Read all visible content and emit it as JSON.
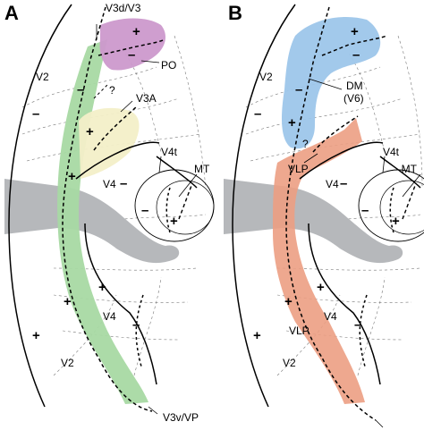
{
  "colors": {
    "green": "#a8d9a3",
    "purple": "#cc99cc",
    "yellow": "#f3efc8",
    "blue": "#9dc6ea",
    "salmon": "#ec9e83",
    "gray": "#b6b8bb"
  },
  "panelA": {
    "letter": "A",
    "labels": {
      "v3d": "V3d/V3",
      "po": "PO",
      "v3a": "V3A",
      "q": "?",
      "v2top": "V2",
      "v4t": "V4t",
      "mt": "MT",
      "v4top": "V4",
      "v4bot": "V4",
      "v2bot": "V2",
      "v3v": "V3v/VP"
    },
    "signs": {
      "poPlus": "+",
      "poMinus": "–",
      "s1": "–",
      "s2": "–",
      "s3": "+",
      "s4": "+",
      "s5": "–",
      "s6": "–",
      "s7": "+",
      "s8": "+",
      "s9": "+",
      "s10": "–",
      "s11": "+"
    }
  },
  "panelB": {
    "letter": "B",
    "labels": {
      "v2top": "V2",
      "dm": "DM",
      "v6": "(V6)",
      "q": "?",
      "vlpTop": "VLP",
      "v4t": "V4t",
      "mt": "MT",
      "v4top": "V4",
      "v4bot": "V4",
      "vlpBot": "VLP",
      "v2bot": "V2"
    },
    "signs": {
      "dmPlus": "+",
      "dmMinus": "–",
      "s1": "–",
      "s2": "–",
      "s3": "+",
      "s4": "–",
      "s5": "–",
      "s6": "+",
      "s7": "+",
      "s8": "+",
      "s9": "–",
      "s10": "+"
    }
  }
}
